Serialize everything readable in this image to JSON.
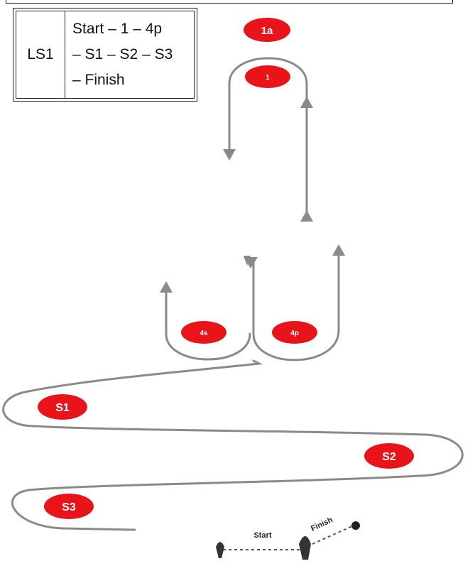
{
  "legend": {
    "course_id": "LS1",
    "sequence_lines": [
      "Start – 1 – 4p",
      "– S1 – S2 – S3",
      "– Finish"
    ]
  },
  "marks": {
    "m1a": "1a",
    "m1": "1",
    "m4s": "4s",
    "m4p": "4p",
    "s1": "S1",
    "s2": "S2",
    "s3": "S3"
  },
  "lines": {
    "start": "Start",
    "finish": "Finish"
  },
  "colors": {
    "mark": "#e8141a",
    "course_line": "#8a8a8a",
    "boat": "#333333"
  }
}
